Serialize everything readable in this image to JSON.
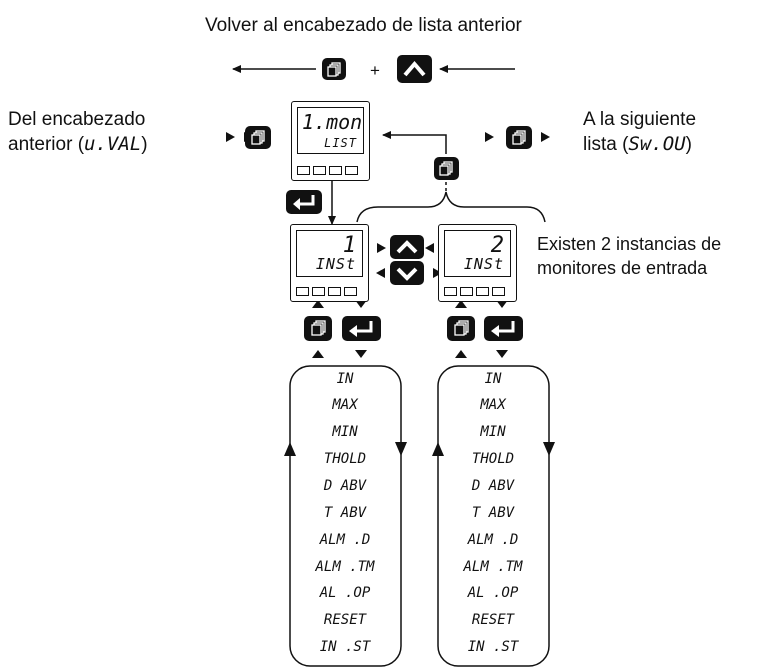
{
  "title": "Volver al encabezado de lista anterior",
  "plus_sign": "+",
  "left_label": {
    "line1": "Del encabezado",
    "line2_prefix": "anterior (",
    "code": "u.VAL",
    "line2_suffix": ")"
  },
  "right_label": {
    "line1": "A la siguiente",
    "line2_prefix": "lista (",
    "code": "Sw.OU",
    "line2_suffix": ")"
  },
  "main_display": {
    "top": "1.mon",
    "bottom": "LIST"
  },
  "instance_display_1": {
    "top": "1",
    "bottom": "INSt"
  },
  "instance_display_2": {
    "top": "2",
    "bottom": "INSt"
  },
  "instances_note": {
    "line1": "Existen 2 instancias de",
    "line2": "monitores de entrada"
  },
  "parameters": [
    "IN",
    "MAX",
    "MIN",
    "THOLD",
    "D ABV",
    "T ABV",
    "ALM .D",
    "ALM .TM",
    "AL .OP",
    "RESET",
    "IN .ST"
  ],
  "icons": {
    "page": "page-key-icon",
    "up": "up-arrow-key-icon",
    "down": "down-arrow-key-icon",
    "enter": "enter-key-icon"
  }
}
